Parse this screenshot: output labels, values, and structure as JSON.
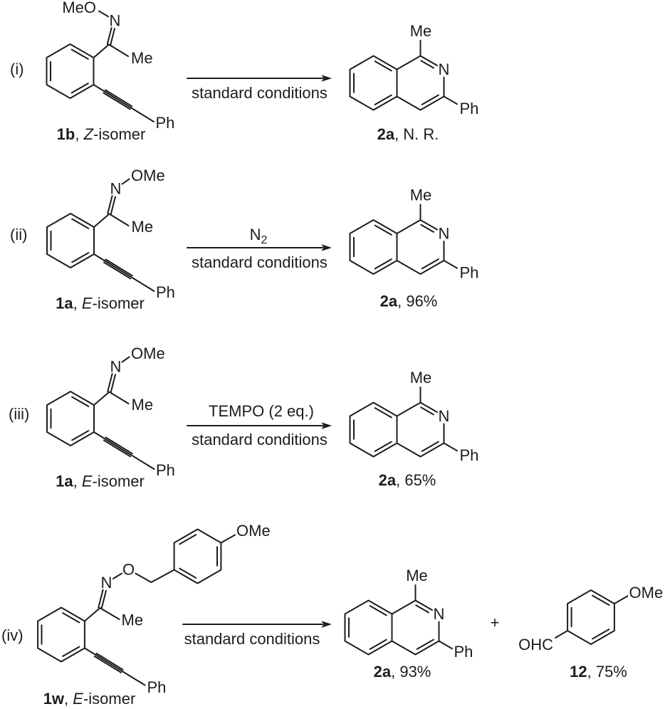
{
  "reactions": [
    {
      "row_label": "(i)",
      "reactant": {
        "id": "1b",
        "sep": ", ",
        "iso": "Z",
        "iso_suffix": "-isomer",
        "meo": "MeO",
        "n": "N",
        "me": "Me",
        "ph": "Ph"
      },
      "conditions": {
        "above": "",
        "above_sub": "",
        "below": "standard conditions"
      },
      "product": {
        "id": "2a",
        "result": ", N. R.",
        "me": "Me",
        "n": "N",
        "ph": "Ph"
      }
    },
    {
      "row_label": "(ii)",
      "reactant": {
        "id": "1a",
        "sep": ", ",
        "iso": "E",
        "iso_suffix": "-isomer",
        "ome": "OMe",
        "n": "N",
        "me": "Me",
        "ph": "Ph"
      },
      "conditions": {
        "above": "N",
        "above_sub": "2",
        "below": "standard conditions"
      },
      "product": {
        "id": "2a",
        "result": ", 96%",
        "me": "Me",
        "n": "N",
        "ph": "Ph"
      }
    },
    {
      "row_label": "(iii)",
      "reactant": {
        "id": "1a",
        "sep": ", ",
        "iso": "E",
        "iso_suffix": "-isomer",
        "ome": "OMe",
        "n": "N",
        "me": "Me",
        "ph": "Ph"
      },
      "conditions": {
        "above": "TEMPO (2 eq.)",
        "above_sub": "",
        "below": "standard conditions"
      },
      "product": {
        "id": "2a",
        "result": ", 65%",
        "me": "Me",
        "n": "N",
        "ph": "Ph"
      }
    },
    {
      "row_label": "(iv)",
      "reactant": {
        "id": "1w",
        "sep": ", ",
        "iso": "E",
        "iso_suffix": "-isomer",
        "n": "N",
        "o": "O",
        "ome": "OMe",
        "me": "Me",
        "ph": "Ph"
      },
      "conditions": {
        "above": "",
        "above_sub": "",
        "below": "standard conditions"
      },
      "product": {
        "id": "2a",
        "result": ", 93%",
        "me": "Me",
        "n": "N",
        "ph": "Ph"
      },
      "plus_sign": "+",
      "byproduct": {
        "id": "12",
        "result": ", 75%",
        "ohc": "OHC",
        "ome": "OMe"
      }
    }
  ],
  "colors": {
    "ink": "#1c1c1c",
    "background": "#ffffff"
  }
}
